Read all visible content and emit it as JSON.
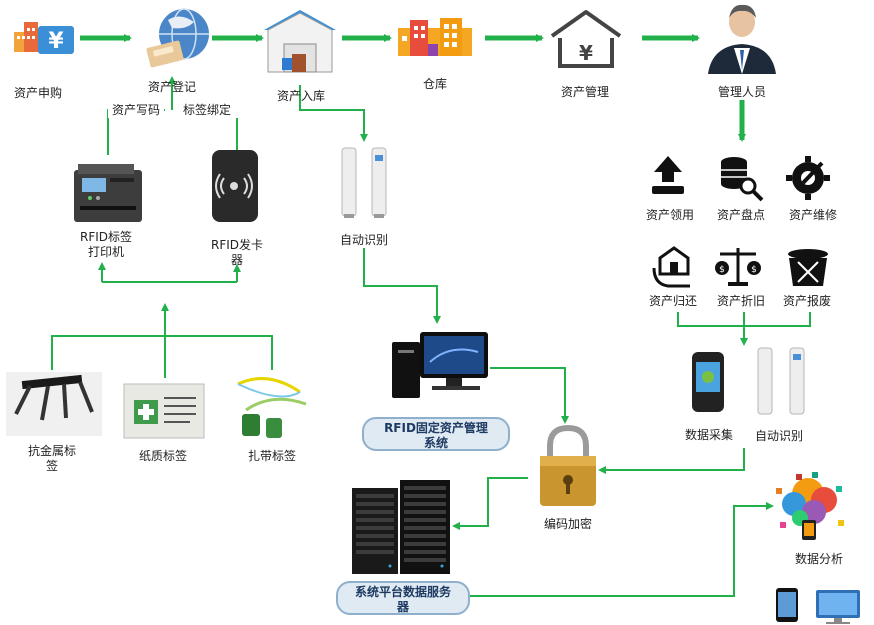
{
  "labels": {
    "asset_purchase": "资产申购",
    "asset_register": "资产登记",
    "asset_inbound": "资产入库",
    "warehouse": "仓库",
    "asset_management": "资产管理",
    "manager": "管理人员",
    "asset_write": "资产写码",
    "tag_bind": "标签绑定",
    "rfid_printer": "RFID标签\n打印机",
    "rfid_card_issuer": "RFID发卡\n器",
    "auto_identify_top": "自动识别",
    "asset_requisition": "资产领用",
    "asset_inventory": "资产盘点",
    "asset_maintenance": "资产维修",
    "asset_return": "资产归还",
    "asset_depreciation": "资产折旧",
    "asset_scrap": "资产报废",
    "data_collection": "数据采集",
    "auto_identify_right": "自动识别",
    "rfid_system": "RFID固定资产管理\n系统",
    "encryption": "编码加密",
    "anti_metal_tag": "抗金属标\n签",
    "paper_tag": "纸质标签",
    "cable_tag": "扎带标签",
    "platform_server": "系统平台数据服务\n器",
    "data_analysis": "数据分析"
  },
  "colors": {
    "arrow": "#22b04a",
    "pill_fill": "#dfeaf3",
    "pill_border": "#8fb0cc",
    "pill_text": "#1f3b63"
  }
}
